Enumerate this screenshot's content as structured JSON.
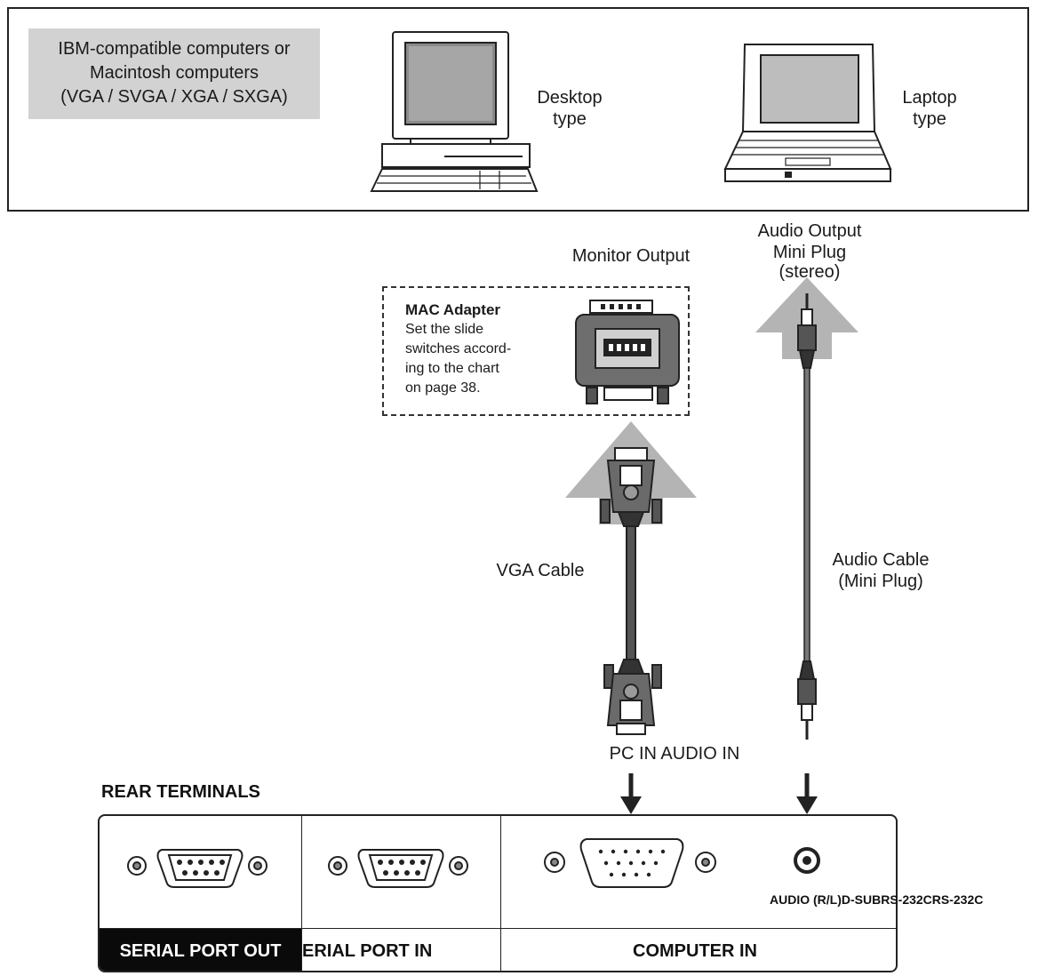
{
  "computers": {
    "ibm_label": [
      "IBM-compatible computers or",
      "Macintosh computers",
      "(VGA / SVGA / XGA / SXGA)"
    ],
    "desktop_label": [
      "Desktop",
      "type"
    ],
    "laptop_label": [
      "Laptop",
      "type"
    ]
  },
  "outputs": {
    "monitor_output": "Monitor Output",
    "audio_output": [
      "Audio Output",
      "Mini Plug",
      "(stereo)"
    ]
  },
  "mac_adapter": {
    "title": "MAC Adapter",
    "lines": [
      "Set the slide",
      "switches accord-",
      "ing to the chart",
      "on page 38."
    ]
  },
  "cables": {
    "vga_cable": "VGA Cable",
    "audio_cable": [
      "Audio Cable",
      "(Mini Plug)"
    ]
  },
  "inputs_label": "PC IN AUDIO IN",
  "rear": {
    "title": "REAR TERMINALS",
    "serial_out": "SERIAL PORT OUT",
    "serial_in": "ERIAL PORT IN",
    "computer_in": "COMPUTER IN",
    "audio_jack_label": "AUDIO (R/L)D-SUBRS-232CRS-232C"
  },
  "colors": {
    "arrow_gray": "#b4b4b4",
    "label_black": "#0a0a0a",
    "box_gray": "#d2d2d2"
  }
}
